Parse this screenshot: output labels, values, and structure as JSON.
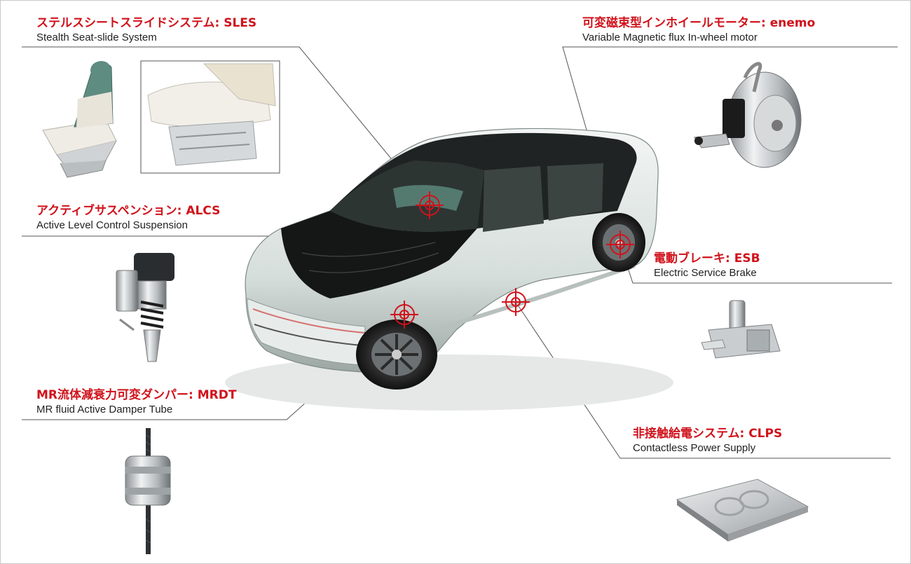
{
  "callouts": {
    "sles": {
      "ja": "ステルスシートスライドシステム: SLES",
      "en": "Stealth Seat-slide System"
    },
    "enemo": {
      "ja": "可変磁束型インホイールモーター: enemo",
      "en": "Variable Magnetic flux In-wheel motor"
    },
    "alcs": {
      "ja": "アクティブサスペンション: ALCS",
      "en": "Active Level Control Suspension"
    },
    "esb": {
      "ja": "電動ブレーキ: ESB",
      "en": "Electric Service Brake"
    },
    "mrdt": {
      "ja": "MR流体減衰力可変ダンパー: MRDT",
      "en": "MR fluid Active Damper Tube"
    },
    "clps": {
      "ja": "非接触給電システム: CLPS",
      "en": "Contactless Power Supply"
    }
  },
  "colors": {
    "accent": "#d0121b",
    "car_body": "#dfe6e3",
    "roof": "#1c1c1c",
    "seat_fabric": "#5e8c80"
  }
}
